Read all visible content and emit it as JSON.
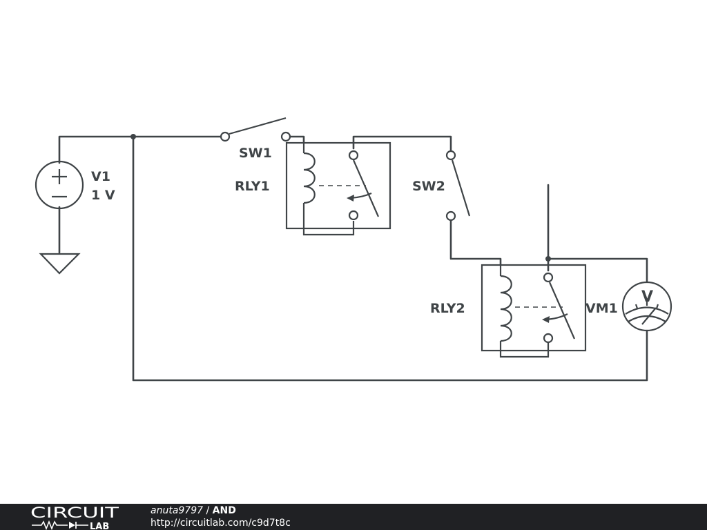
{
  "schematic": {
    "v1": {
      "name": "V1",
      "value": "1 V"
    },
    "sw1": {
      "name": "SW1"
    },
    "sw2": {
      "name": "SW2"
    },
    "rly1": {
      "name": "RLY1"
    },
    "rly2": {
      "name": "RLY2"
    },
    "vm1": {
      "name": "VM1",
      "symbol": "V"
    }
  },
  "footer": {
    "brand_top": "CIRCUIT",
    "brand_bottom": "LAB",
    "author": "anuta9797",
    "separator": " / ",
    "title": "AND",
    "url": "http://circuitlab.com/c9d7t8c"
  },
  "colors": {
    "wire": "#3f4447",
    "footer_bg": "#202124",
    "footer_text": "#ffffff"
  }
}
